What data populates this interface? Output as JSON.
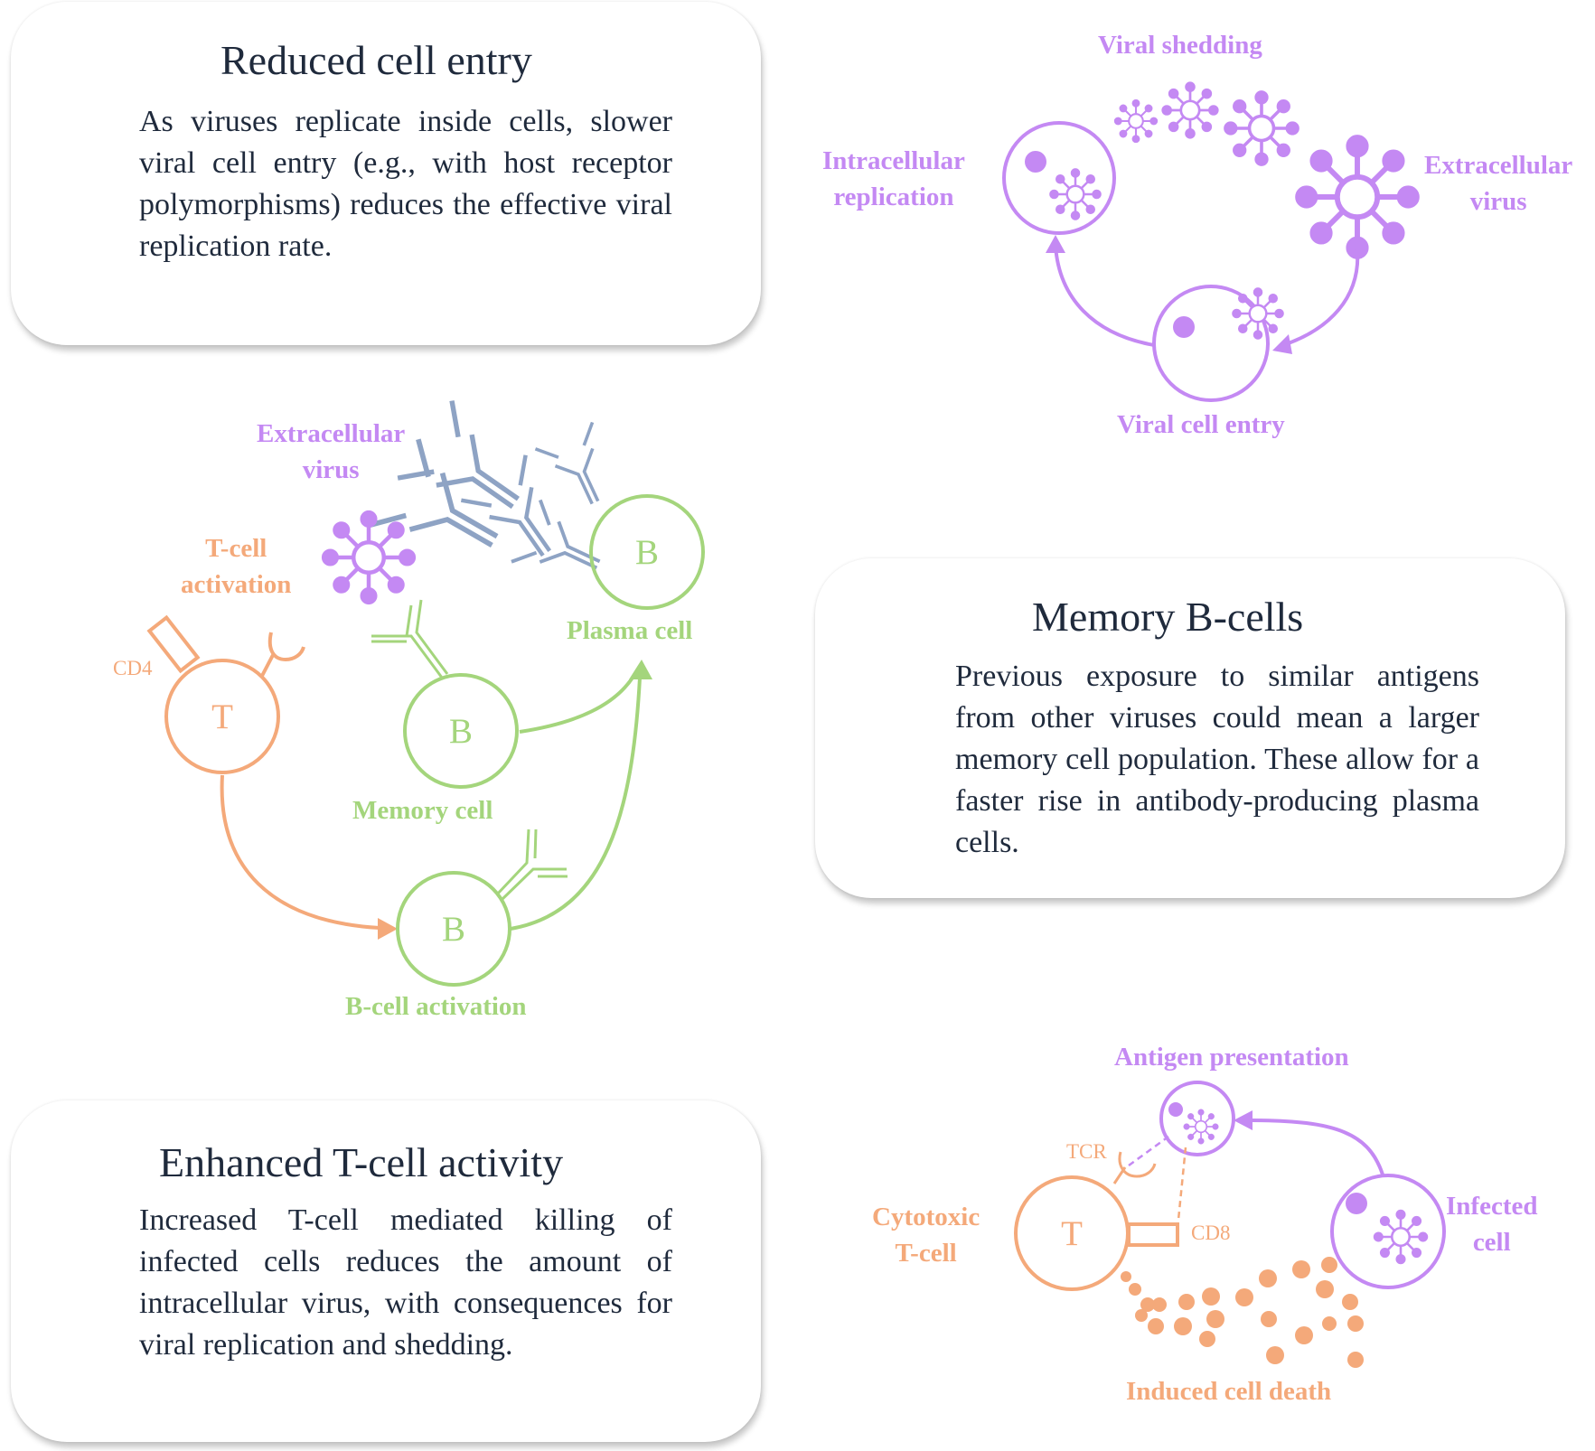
{
  "panels": {
    "reduced_entry": {
      "title": "Reduced cell entry",
      "body": "As viruses replicate inside cells, slower viral cell entry (e.g., with host receptor polymorphisms) reduces the effective viral replication rate."
    },
    "memory_b": {
      "title": "Memory B-cells",
      "body": "Previous exposure to similar antigens from other viruses could mean a larger memory cell population. These allow for a faster rise in antibody-producing plasma cells."
    },
    "t_cell": {
      "title": "Enhanced T-cell activity",
      "body": "Increased T-cell mediated killing of infected cells reduces the amount of intracellular virus, with consequences for viral replication and shedding."
    }
  },
  "cycle": {
    "viral_shedding": "Viral shedding",
    "intracellular_replication": [
      "Intracellular",
      "replication"
    ],
    "extracellular_virus": [
      "Extracellular",
      "virus"
    ],
    "viral_cell_entry": "Viral cell entry"
  },
  "bcell": {
    "extracellular_virus": [
      "Extracellular",
      "virus"
    ],
    "t_cell_activation": [
      "T-cell",
      "activation"
    ],
    "cd4": "CD4",
    "t_letter": "T",
    "plasma_letter": "B",
    "plasma_cell": "Plasma cell",
    "memory_letter": "B",
    "memory_cell": "Memory cell",
    "activation_letter": "B",
    "b_cell_activation": "B-cell activation"
  },
  "tcell": {
    "antigen_presentation": "Antigen presentation",
    "tcr": "TCR",
    "cytotoxic": [
      "Cytotoxic",
      "T-cell"
    ],
    "t_letter": "T",
    "cd8": "CD8",
    "infected_cell": [
      "Infected",
      "cell"
    ],
    "induced_cell_death": "Induced cell death"
  },
  "colors": {
    "purple": "#c489f3",
    "orange": "#f4a97a",
    "green": "#a4d57c",
    "antibody_blue": "#8ea3c4",
    "text": "#1f2a3c"
  },
  "icons": [
    "virus-icon",
    "antibody-icon",
    "cell-icon",
    "receptor-icon",
    "arrow-icon",
    "debris-icon"
  ]
}
